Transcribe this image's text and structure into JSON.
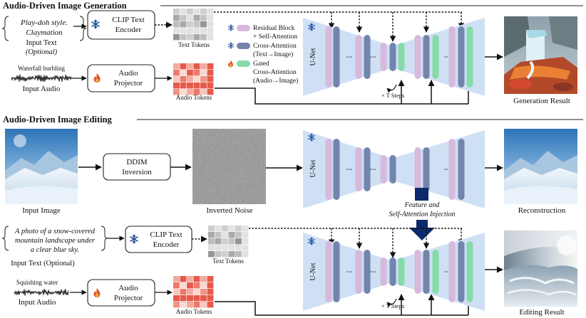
{
  "section_gen": {
    "title": "Audio-Driven Image Generation"
  },
  "section_edit": {
    "title": "Audio-Driven Image Editing"
  },
  "gen": {
    "text_prompt": [
      "Play-doh style.",
      "Claymation"
    ],
    "text_label": [
      "Input Text",
      "(Optional)"
    ],
    "clip": [
      "CLIP Text",
      "Encoder"
    ],
    "text_tokens": "Text Tokens",
    "audio_caption": "Waterfall burbling",
    "audio_label": "Input Audio",
    "projector": [
      "Audio",
      "Projector"
    ],
    "audio_tokens": "Audio Tokens",
    "unet": "U-Net",
    "steps": "× T Steps",
    "result": "Generation Result"
  },
  "legend": {
    "residual": [
      "Residual Block",
      "+ Self-Attention"
    ],
    "cross": [
      "Cross-Attention",
      "(Text→Image)"
    ],
    "gated": [
      "Gated",
      "Cross-Attention",
      "(Audio→Image)"
    ]
  },
  "edit": {
    "input_image": "Input Image",
    "ddim": [
      "DDIM",
      "Inversion"
    ],
    "noise": "Inverted Noise",
    "unet": "U-Net",
    "injection": [
      "Feature and",
      "Self-Attention Injection"
    ],
    "reconstruction": "Reconstruction",
    "text_prompt": [
      "A photo of a snow-covered",
      "mountain landscape under",
      "a clear blue sky."
    ],
    "text_label": "Input Text (Optional)",
    "clip": [
      "CLIP Text",
      "Encoder"
    ],
    "text_tokens": "Text Tokens",
    "audio_caption": "Squishing water",
    "audio_label": "Input Audio",
    "projector": [
      "Audio",
      "Projector"
    ],
    "audio_tokens": "Audio Tokens",
    "unet2": "U-Net",
    "steps": "× T Steps",
    "result": "Editing Result"
  },
  "colors": {
    "residual": "#d7b9dc",
    "cross": "#7385ad",
    "gated": "#86dba8",
    "unet_bg": "#cfe0f5",
    "audio_token": "#f0968a",
    "text_token": "#bdbdbd",
    "injection": "#0c2a6b"
  },
  "icons": {
    "frozen": "snowflake-icon",
    "trainable": "flame-icon"
  }
}
